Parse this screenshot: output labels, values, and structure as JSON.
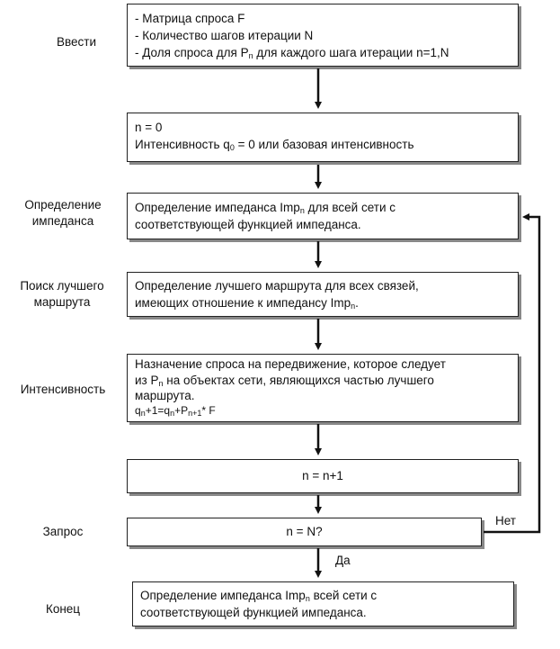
{
  "labels": {
    "input": "Ввести",
    "impedance": "Определение импеданса",
    "best_route": "Поиск лучшего маршрута",
    "intensity": "Интенсивность",
    "query": "Запрос",
    "end": "Конец"
  },
  "box1": {
    "line1": "- Матрица спроса F",
    "line2": "- Количество шагов итерации N",
    "line3_pre": "- Доля спроса для P",
    "line3_sub": "n",
    "line3_post": " для каждого шага итерации n=1,N"
  },
  "box2": {
    "line1": "n = 0",
    "line2_pre": "Интенсивность q",
    "line2_sub": "0",
    "line2_post": " = 0 или базовая интенсивность"
  },
  "box3": {
    "line1_pre": "Определение импеданса Imp",
    "line1_sub": "n",
    "line1_post": " для всей сети  с",
    "line2": "соответствующей функцией импеданса."
  },
  "box4": {
    "line1": "Определение лучшего маршрута для всех связей,",
    "line2_pre": "имеющих отношение к импедансу Imp",
    "line2_sub": "n",
    "line2_post": "."
  },
  "box5": {
    "line1": "Назначение спроса на передвижение, которое следует",
    "line2_pre": "из P",
    "line2_sub": "n",
    "line2_post": " на объектах сети,  являющихся частью лучшего",
    "line3": "маршрута.",
    "line4_a": "q",
    "line4_a_sub": "n",
    "line4_b": "+1=q",
    "line4_b_sub": "n",
    "line4_c": "+P",
    "line4_c_sub": "n+1",
    "line4_d": "* F"
  },
  "box6": {
    "text": "n = n+1"
  },
  "box7": {
    "text": "n = N?"
  },
  "box8": {
    "line1_pre": "Определение импеданса Imp",
    "line1_sub": "n",
    "line1_post": " всей сети  с",
    "line2": "соответствующей функцией импеданса."
  },
  "edges": {
    "no": "Нет",
    "yes": "Да"
  },
  "colors": {
    "line": "#111111",
    "shadow": "#888888"
  }
}
